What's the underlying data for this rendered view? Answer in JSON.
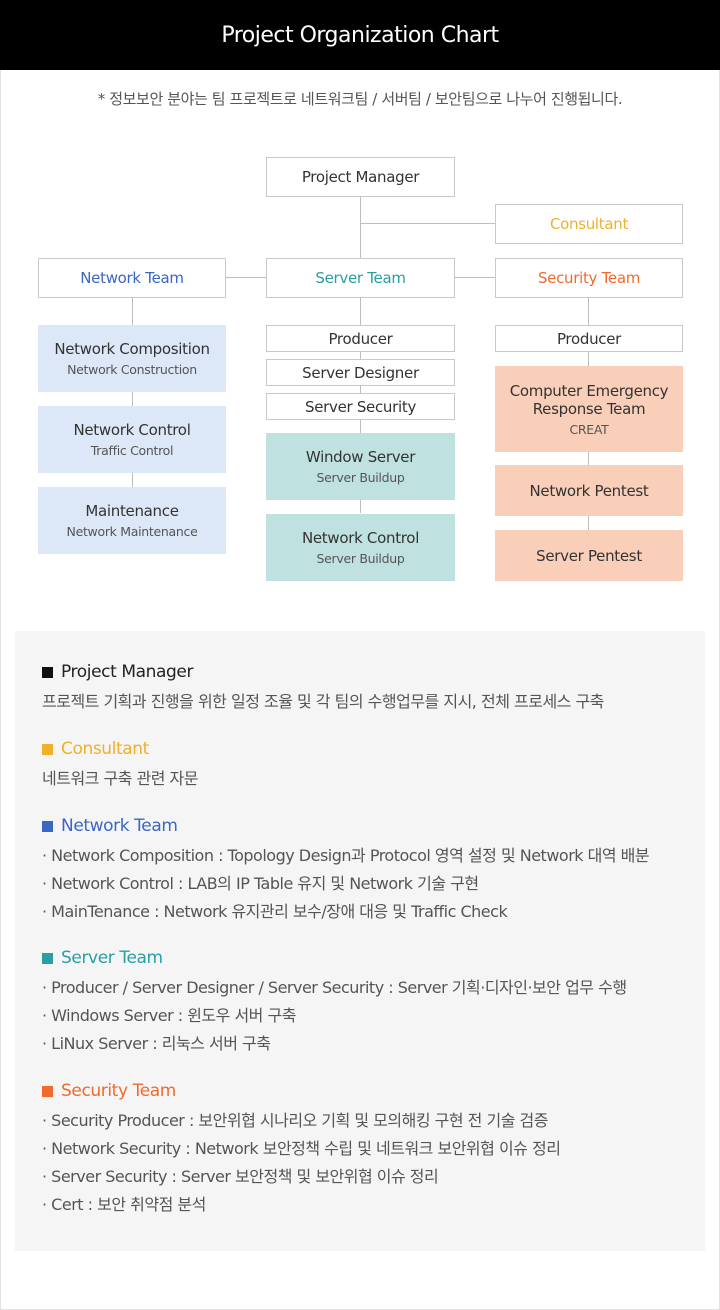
{
  "header": {
    "title": "Project Organization Chart"
  },
  "note": "* 정보보안 분야는 팀 프로젝트로 네트워크팀 / 서버팀 / 보안팀으로 나누어 진행됩니다.",
  "colors": {
    "network": "#3a66c4",
    "server": "#2a9ea3",
    "security": "#f06a2a",
    "consultant": "#f0b02a",
    "pm": "#111111"
  },
  "chart": {
    "pm": "Project Manager",
    "consultant": "Consultant",
    "network": {
      "title": "Network Team",
      "items": [
        {
          "title": "Network Composition",
          "sub": "Network Construction"
        },
        {
          "title": "Network Control",
          "sub": "Traffic Control"
        },
        {
          "title": "Maintenance",
          "sub": "Network Maintenance"
        }
      ]
    },
    "server": {
      "title": "Server Team",
      "roles": [
        "Producer",
        "Server Designer",
        "Server Security"
      ],
      "items": [
        {
          "title": "Window Server",
          "sub": "Server Buildup"
        },
        {
          "title": "Network Control",
          "sub": "Server Buildup"
        }
      ]
    },
    "security": {
      "title": "Security Team",
      "roles": [
        "Producer"
      ],
      "items": [
        {
          "title": "Computer Emergency Response Team",
          "sub": "CREAT"
        },
        {
          "title": "Network Pentest",
          "sub": ""
        },
        {
          "title": "Server Pentest",
          "sub": ""
        }
      ]
    }
  },
  "descriptions": {
    "pm": {
      "title": "Project Manager",
      "lines": [
        "프로젝트 기획과 진행을 위한 일정 조율 및 각 팀의 수행업무를 지시, 전체 프로세스 구축"
      ]
    },
    "consultant": {
      "title": "Consultant",
      "lines": [
        "네트워크 구축 관련 자문"
      ]
    },
    "network": {
      "title": "Network Team",
      "lines": [
        "· Network Composition : Topology Design과 Protocol 영역 설정 및 Network 대역 배분",
        "· Network Control : LAB의 IP Table 유지 및 Network 기술 구현",
        "· MainTenance : Network 유지관리 보수/장애 대응 및 Traffic Check"
      ]
    },
    "server": {
      "title": "Server Team",
      "lines": [
        "· Producer / Server Designer / Server Security : Server 기획·디자인·보안 업무 수행",
        "· Windows Server : 윈도우 서버 구축",
        "· LiNux Server : 리눅스 서버 구축"
      ]
    },
    "security": {
      "title": "Security Team",
      "lines": [
        "· Security Producer : 보안위협 시나리오 기획 및 모의해킹 구현 전 기술 검증",
        "· Network Security : Network 보안정책 수립 및 네트워크 보안위협 이슈 정리",
        "· Server Security : Server 보안정책 및 보안위협 이슈 정리",
        "· Cert : 보안 취약점 분석"
      ]
    }
  }
}
